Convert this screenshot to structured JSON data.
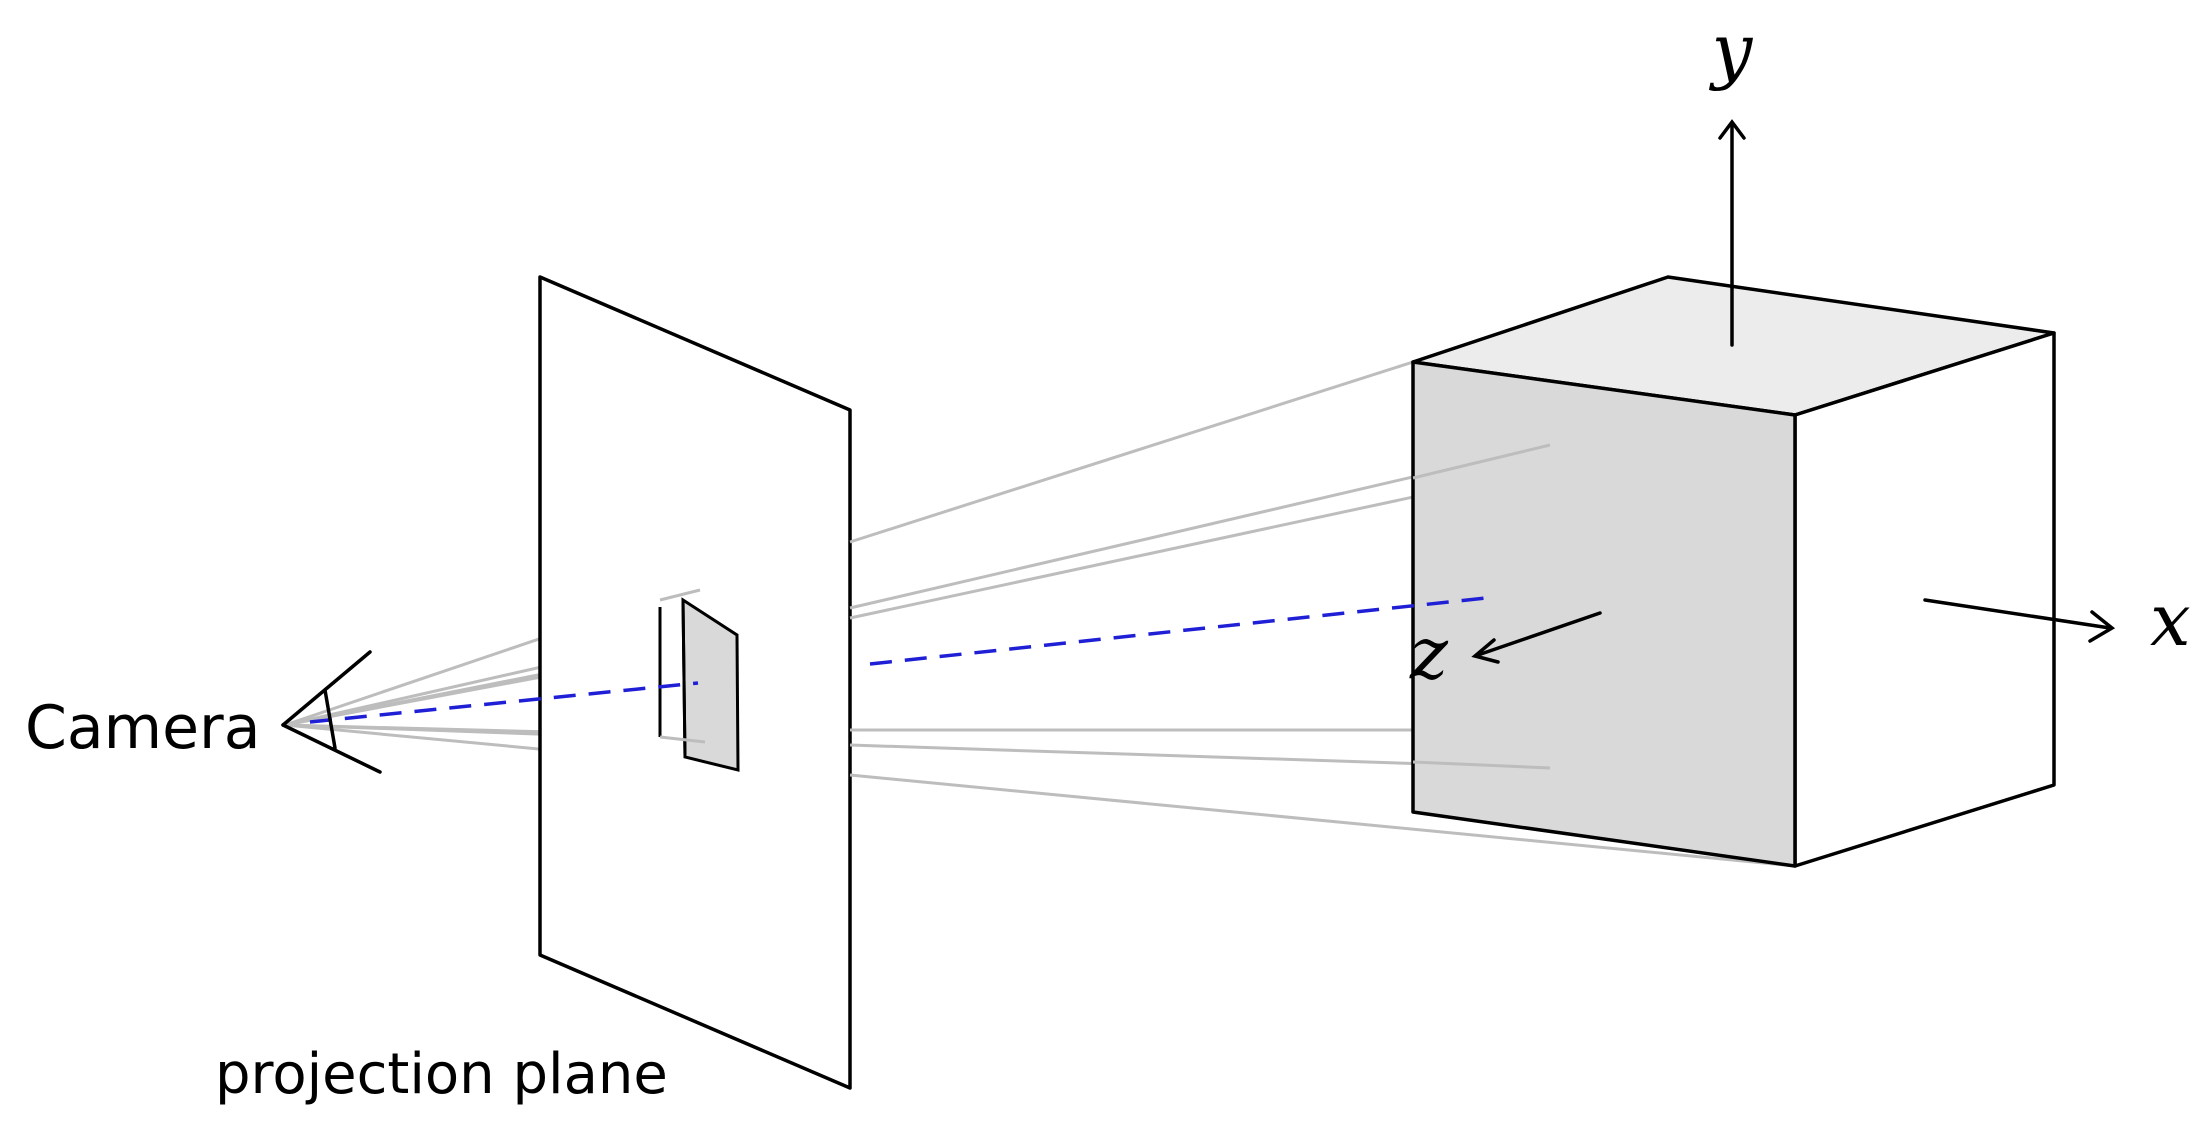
{
  "labels": {
    "camera": "Camera",
    "projection_plane": "projection plane",
    "axis_x": "x",
    "axis_y": "y",
    "axis_z": "z"
  },
  "colors": {
    "stroke": "#000000",
    "projector": "#bdbdbd",
    "axis_dash": "#1f1fd6",
    "cube_front": "#d9d9d9",
    "cube_top": "#ececec",
    "cube_side": "#ffffff"
  }
}
